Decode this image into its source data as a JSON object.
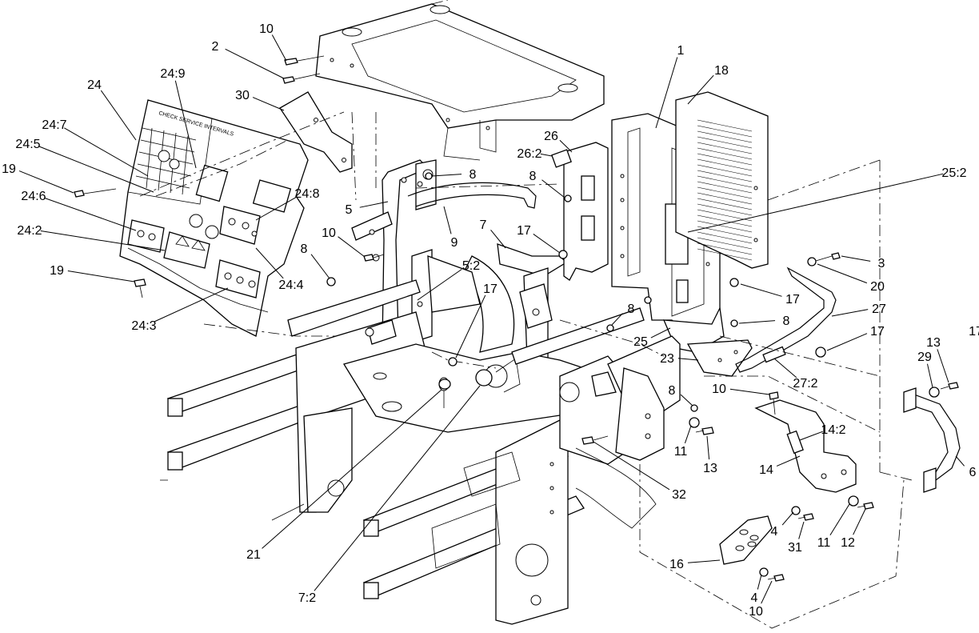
{
  "diagram": {
    "callouts": [
      {
        "id": "c1",
        "label": "1"
      },
      {
        "id": "c2",
        "label": "2"
      },
      {
        "id": "c3",
        "label": "3"
      },
      {
        "id": "c4a",
        "label": "4"
      },
      {
        "id": "c4b",
        "label": "4"
      },
      {
        "id": "c5",
        "label": "5"
      },
      {
        "id": "c5_2",
        "label": "5:2"
      },
      {
        "id": "c6",
        "label": "6"
      },
      {
        "id": "c7",
        "label": "7"
      },
      {
        "id": "c7_2",
        "label": "7:2"
      },
      {
        "id": "c8a",
        "label": "8"
      },
      {
        "id": "c8b",
        "label": "8"
      },
      {
        "id": "c8c",
        "label": "8"
      },
      {
        "id": "c8d",
        "label": "8"
      },
      {
        "id": "c8e",
        "label": "8"
      },
      {
        "id": "c8f",
        "label": "8"
      },
      {
        "id": "c9",
        "label": "9"
      },
      {
        "id": "c10a",
        "label": "10"
      },
      {
        "id": "c10b",
        "label": "10"
      },
      {
        "id": "c10c",
        "label": "10"
      },
      {
        "id": "c10d",
        "label": "10"
      },
      {
        "id": "c11a",
        "label": "11"
      },
      {
        "id": "c11b",
        "label": "11"
      },
      {
        "id": "c12",
        "label": "12"
      },
      {
        "id": "c13a",
        "label": "13"
      },
      {
        "id": "c13b",
        "label": "13"
      },
      {
        "id": "c14",
        "label": "14"
      },
      {
        "id": "c14_2",
        "label": "14:2"
      },
      {
        "id": "c16",
        "label": "16"
      },
      {
        "id": "c17a",
        "label": "17"
      },
      {
        "id": "c17b",
        "label": "17"
      },
      {
        "id": "c17c",
        "label": "17"
      },
      {
        "id": "c17d",
        "label": "17"
      },
      {
        "id": "c17e",
        "label": "17"
      },
      {
        "id": "c18",
        "label": "18"
      },
      {
        "id": "c19a",
        "label": "19"
      },
      {
        "id": "c19b",
        "label": "19"
      },
      {
        "id": "c20",
        "label": "20"
      },
      {
        "id": "c21",
        "label": "21"
      },
      {
        "id": "c23",
        "label": "23"
      },
      {
        "id": "c24",
        "label": "24"
      },
      {
        "id": "c24_2",
        "label": "24:2"
      },
      {
        "id": "c24_3",
        "label": "24:3"
      },
      {
        "id": "c24_4",
        "label": "24:4"
      },
      {
        "id": "c24_5",
        "label": "24:5"
      },
      {
        "id": "c24_6",
        "label": "24:6"
      },
      {
        "id": "c24_7",
        "label": "24:7"
      },
      {
        "id": "c24_8",
        "label": "24:8"
      },
      {
        "id": "c24_9",
        "label": "24:9"
      },
      {
        "id": "c25",
        "label": "25"
      },
      {
        "id": "c25_2",
        "label": "25:2"
      },
      {
        "id": "c26",
        "label": "26"
      },
      {
        "id": "c26_2",
        "label": "26:2"
      },
      {
        "id": "c27",
        "label": "27"
      },
      {
        "id": "c27_2",
        "label": "27:2"
      },
      {
        "id": "c29",
        "label": "29"
      },
      {
        "id": "c30",
        "label": "30"
      },
      {
        "id": "c31",
        "label": "31"
      },
      {
        "id": "c32",
        "label": "32"
      }
    ],
    "decal_heading": "CHECK SERVICE INTERVALS"
  }
}
